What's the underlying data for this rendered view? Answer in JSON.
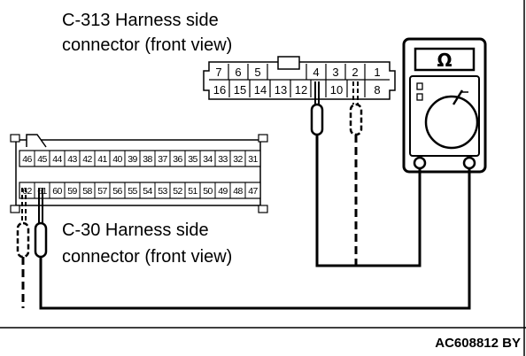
{
  "c313": {
    "label_line1": "C-313 Harness side",
    "label_line2": "connector (front view)",
    "top_pins": [
      "7",
      "6",
      "5",
      "4",
      "3",
      "2",
      "1"
    ],
    "bottom_pins": [
      "16",
      "15",
      "14",
      "13",
      "12",
      "10",
      "8"
    ]
  },
  "c30": {
    "label_line1": "C-30 Harness side",
    "label_line2": "connector (front view)",
    "top_pins": [
      "46",
      "45",
      "44",
      "43",
      "42",
      "41",
      "40",
      "39",
      "38",
      "37",
      "36",
      "35",
      "34",
      "33",
      "32",
      "31"
    ],
    "bottom_pins": [
      "62",
      "61",
      "60",
      "59",
      "58",
      "57",
      "56",
      "55",
      "54",
      "53",
      "52",
      "51",
      "50",
      "49",
      "48",
      "47"
    ]
  },
  "meter": {
    "unit_symbol": "Ω"
  },
  "figure_code": "AC608812 BY"
}
